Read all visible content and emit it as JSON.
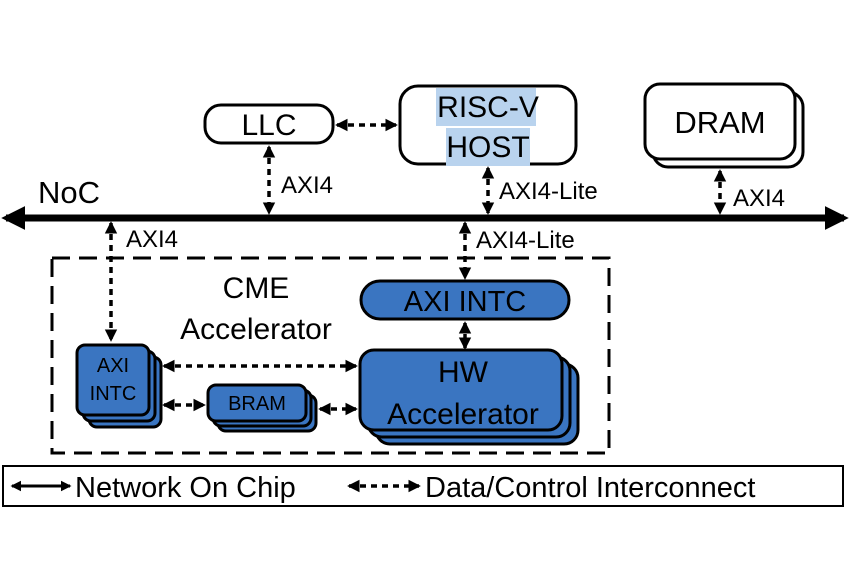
{
  "nodes": {
    "llc": "LLC",
    "riscv_line1": "RISC-V",
    "riscv_line2": "HOST",
    "dram": "DRAM",
    "noc": "NoC",
    "cme_line1": "CME",
    "cme_line2": "Accelerator",
    "axi_intc_top": "AXI INTC",
    "axi_intc_left_line1": "AXI",
    "axi_intc_left_line2": "INTC",
    "bram": "BRAM",
    "hw_line1": "HW",
    "hw_line2": "Accelerator"
  },
  "links": {
    "llc_noc": "AXI4",
    "host_noc": "AXI4-Lite",
    "dram_noc": "AXI4",
    "noc_cme": "AXI4",
    "noc_intc": "AXI4-Lite"
  },
  "legend": {
    "solid": "Network On Chip",
    "dashed": "Data/Control Interconnect"
  },
  "colors": {
    "accelerator_fill": "#3a75c1",
    "highlight": "#b9d3ee"
  }
}
